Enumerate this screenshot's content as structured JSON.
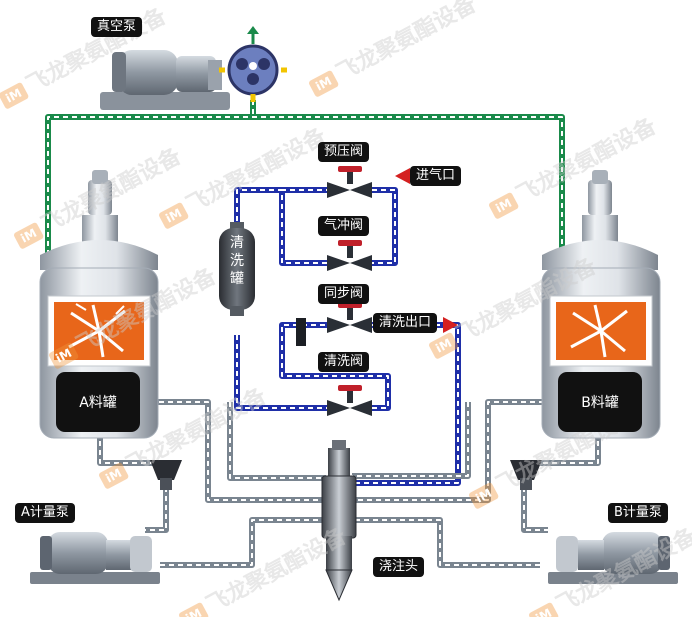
{
  "labels": {
    "vacuum_pump": "真空泵",
    "pre_pressure_valve": "预压阀",
    "air_inlet": "进气口",
    "air_flush_valve": "气冲阀",
    "cleaning_tank": "清洗罐",
    "sync_valve": "同步阀",
    "cleaning_outlet": "清洗出口",
    "cleaning_valve": "清洗阀",
    "tank_a": "A料罐",
    "tank_b": "B料罐",
    "meter_pump_a": "A计量泵",
    "meter_pump_b": "B计量泵",
    "pouring_head": "浇注头"
  },
  "watermark": {
    "text": "飞龙聚氨酯设备",
    "logo": "iM"
  },
  "colors": {
    "vacuum_line": "#1a8a4a",
    "cleaning_line": "#1f2fa8",
    "material_line": "#7a8590",
    "heater_panel": "#e8661a",
    "inlet_marker": "#d42020"
  }
}
